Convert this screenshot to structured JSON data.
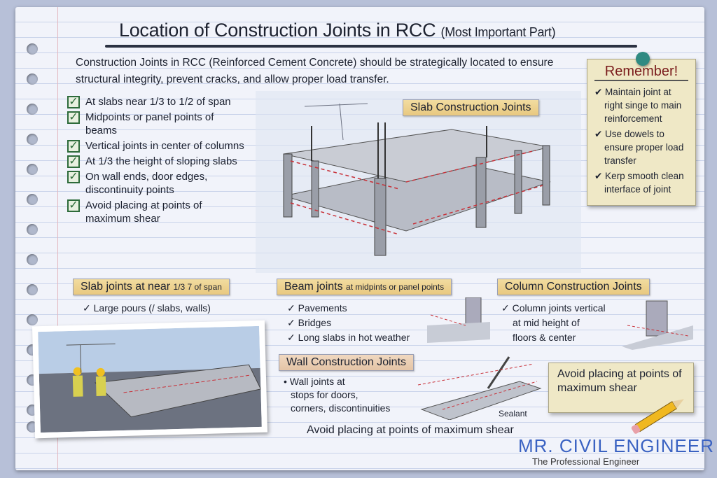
{
  "title": {
    "main": "Location of Construction Joints in RCC",
    "sub": "(Most Important Part)"
  },
  "intro": "Construction Joints in RCC (Reinforced Cement Concrete) should be strategically located to ensure structural integrity, prevent cracks, and allow proper load transfer.",
  "checklist": [
    "At slabs near 1/3 to 1/2 of span",
    "Midpoints or panel points of beams",
    "Vertical joints in center of columns",
    "At 1/3 the height of sloping slabs",
    "On wall ends, door edges, discontinuity points",
    "Avoid placing at points of maximum shear"
  ],
  "remember": {
    "title": "Remember!",
    "items": [
      "✔ Maintain joint at right singe to main reinforcement",
      "✔ Use dowels to ensure proper load transfer",
      "✔ Kerp smooth clean interface of joint"
    ]
  },
  "slab_label": "Slab Construction Joints",
  "sections": {
    "slab": {
      "title": "Slab joints at near",
      "title_small": "1/3 7 of span",
      "items": [
        "✓ Large pours (/ slabs, walls)"
      ]
    },
    "beam": {
      "title": "Beam joints",
      "title_small": "at midpints or panel points",
      "items": [
        "✓ Pavements",
        "✓ Bridges",
        "✓ Long slabs in hot weather"
      ]
    },
    "column": {
      "title": "Column Construction Joints",
      "items": [
        "✓ Column joints vertical",
        "at mid height of",
        "floors & center"
      ]
    },
    "wall": {
      "title": "Wall Construction Joints",
      "items": [
        "• Wall joints at",
        "stops for doors,",
        "corners, discontinuities"
      ],
      "sealant": "Sealant"
    }
  },
  "avoid_note": "Avoid placing at points of maximum shear",
  "bottom_text": "Avoid placing at points of maximum shear",
  "logo": {
    "name": "MR. CIVIL ENGINEER",
    "tagline": "The Professional Engineer"
  },
  "colors": {
    "accent_red": "#c8323a",
    "check_green": "#2d6b3a",
    "label_yellow": "#ecd08c"
  }
}
